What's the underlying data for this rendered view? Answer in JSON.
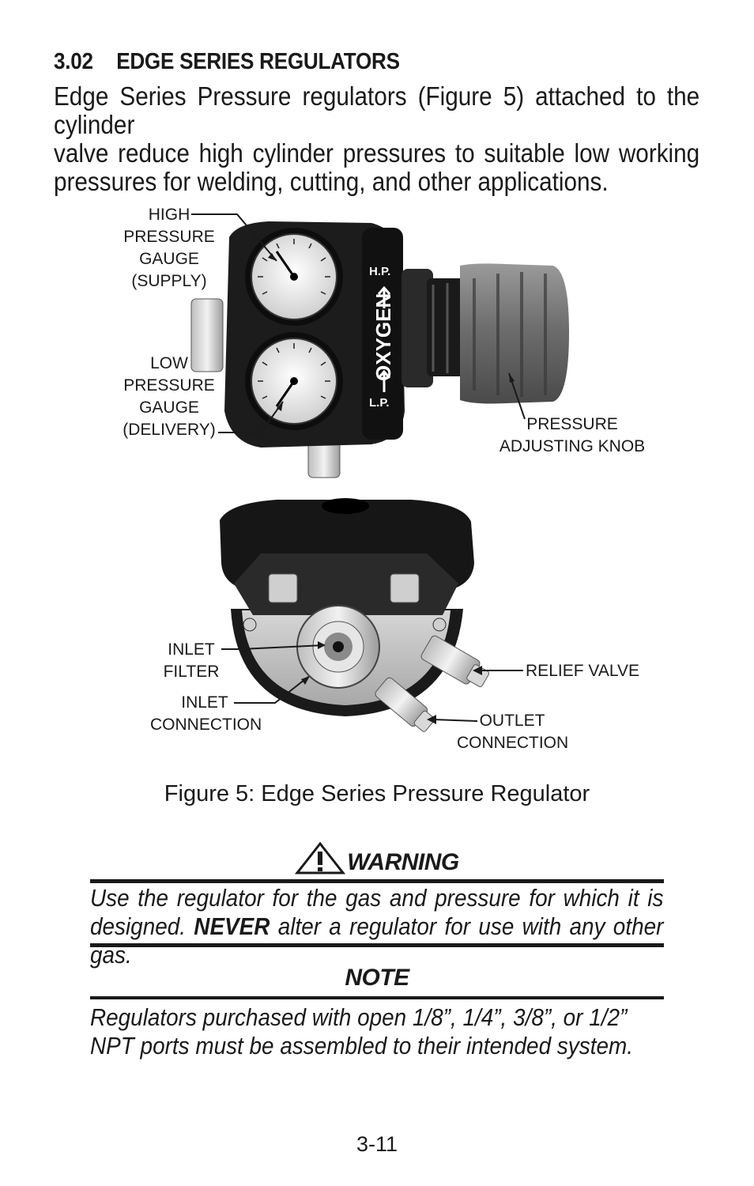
{
  "section": {
    "number": "3.02",
    "title": "EDGE SERIES REGULATORS",
    "intro_lines": [
      "Edge Series Pressure regulators (Figure 5) attached to the cylinder",
      "valve reduce high cylinder pressures to suitable low working",
      "pressures for welding, cutting, and other applications."
    ]
  },
  "figure": {
    "top_labels": {
      "high_pressure_gauge": [
        "HIGH",
        "PRESSURE",
        "GAUGE",
        "(SUPPLY)"
      ],
      "low_pressure_gauge": [
        "LOW",
        "PRESSURE",
        "GAUGE",
        "(DELIVERY)"
      ],
      "pressure_adjusting_knob": [
        "PRESSURE",
        "ADJUSTING KNOB"
      ]
    },
    "bottom_labels": {
      "inlet_filter": [
        "INLET",
        "FILTER"
      ],
      "inlet_connection": [
        "INLET",
        "CONNECTION"
      ],
      "relief_valve": [
        "RELIEF VALVE"
      ],
      "outlet_connection": [
        "OUTLET",
        "CONNECTION"
      ]
    },
    "body_markings": {
      "gas": "OXYGEN",
      "hp": "H.P.",
      "lp": "L.P."
    },
    "caption": "Figure 5: Edge Series Pressure Regulator"
  },
  "warning": {
    "title": "WARNING",
    "line1": "Use the regulator for the gas and pressure for which it is",
    "line2_before": "designed. ",
    "line2_bold": "NEVER",
    "line2_after": " alter a regulator for use with any other gas."
  },
  "note": {
    "title": "NOTE",
    "lines": [
      "Regulators purchased with open 1/8”, 1/4”, 3/8”, or 1/2”",
      "NPT ports must be assembled to their intended system."
    ]
  },
  "page_number": "3-11"
}
